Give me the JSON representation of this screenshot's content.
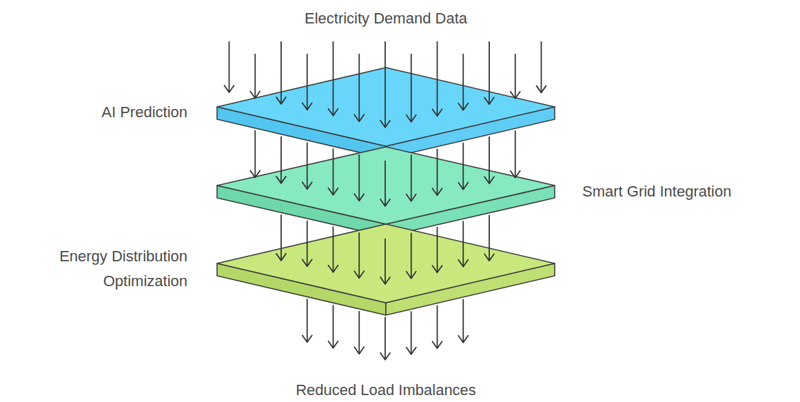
{
  "diagram": {
    "nodes": [
      {
        "text": [
          "AI Prediction"
        ]
      },
      {
        "text": [
          "Smart Grid Integration"
        ]
      },
      {
        "text": [
          "Energy Distribution Optimization"
        ]
      }
    ],
    "edges": [
      {
        "from": 0,
        "to": 1,
        "arrow": "to"
      },
      {
        "from": 1,
        "to": 2,
        "arrow": "to"
      }
    ],
    "labels": [
      "Electricity Demand Data",
      "Reduced Load Imbalances"
    ]
  }
}
